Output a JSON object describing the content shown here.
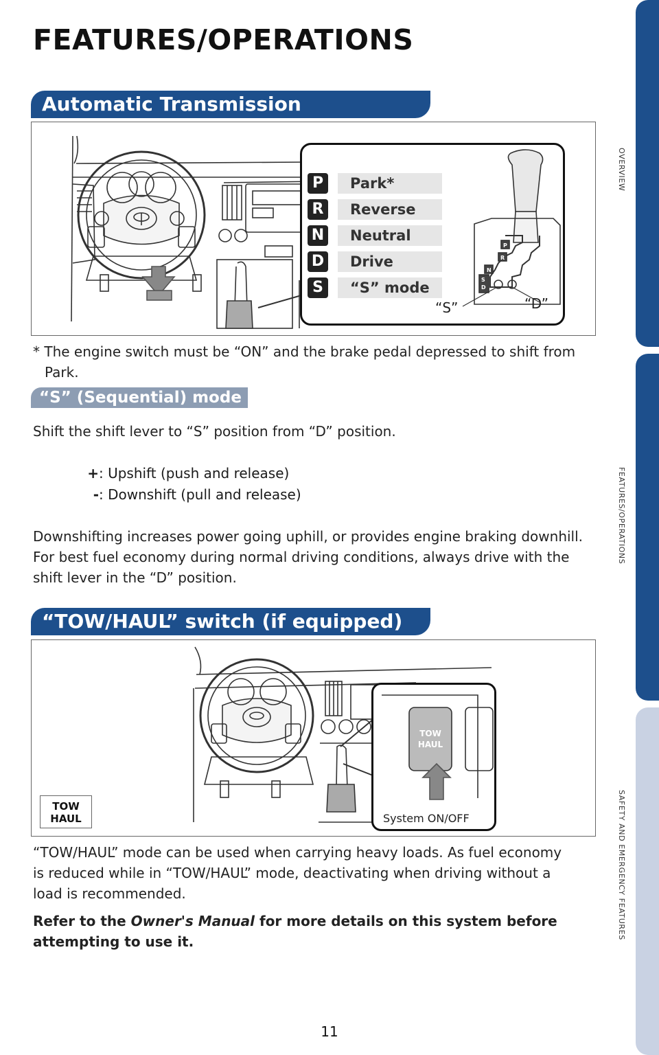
{
  "page": {
    "title": "FEATURES/OPERATIONS",
    "number": "11"
  },
  "side_tabs": [
    {
      "label": "OVERVIEW"
    },
    {
      "label": "FEATURES/OPERATIONS"
    },
    {
      "label": "SAFETY AND EMERGENCY FEATURES"
    }
  ],
  "transmission": {
    "heading": "Automatic Transmission",
    "gears": [
      {
        "letter": "P",
        "name": "Park*"
      },
      {
        "letter": "R",
        "name": "Reverse"
      },
      {
        "letter": "N",
        "name": "Neutral"
      },
      {
        "letter": "D",
        "name": "Drive"
      },
      {
        "letter": "S",
        "name": "“S” mode"
      }
    ],
    "callout_s": "“S”",
    "callout_d": "“D”",
    "lever_labels": [
      "P",
      "R",
      "N",
      "D",
      "S"
    ],
    "footnote": "* The engine switch must be “ON” and the brake pedal depressed to shift from Park."
  },
  "sequential": {
    "heading": "“S” (Sequential) mode",
    "intro": "Shift the shift lever to “S” position from “D” position.",
    "plus_symbol": "+",
    "plus_text": ":  Upshift (push and release)",
    "minus_symbol": "-",
    "minus_text": ":  Downshift (pull and release)",
    "description": "Downshifting increases power going uphill, or provides engine braking downhill. For best fuel economy during normal driving conditions, always drive with the shift lever in the “D” position."
  },
  "towhaul": {
    "heading": "“TOW/HAUL” switch (if equipped)",
    "badge_line1": "TOW",
    "badge_line2": "HAUL",
    "button_line1": "TOW",
    "button_line2": "HAUL",
    "caption": "System ON/OFF",
    "description": "“TOW/HAUL” mode can be used when carrying heavy loads. As fuel economy is reduced while in “TOW/HAUL” mode, deactivating when driving without a load is recommended.",
    "refer_prefix": "Refer to the ",
    "refer_manual": "Owner's Manual",
    "refer_suffix": " for more details on this system before attempting to use it."
  },
  "colors": {
    "banner_blue": "#1d4f8c",
    "sub_banner_gray": "#8d9db3",
    "inactive_tab": "#c9d2e3"
  }
}
